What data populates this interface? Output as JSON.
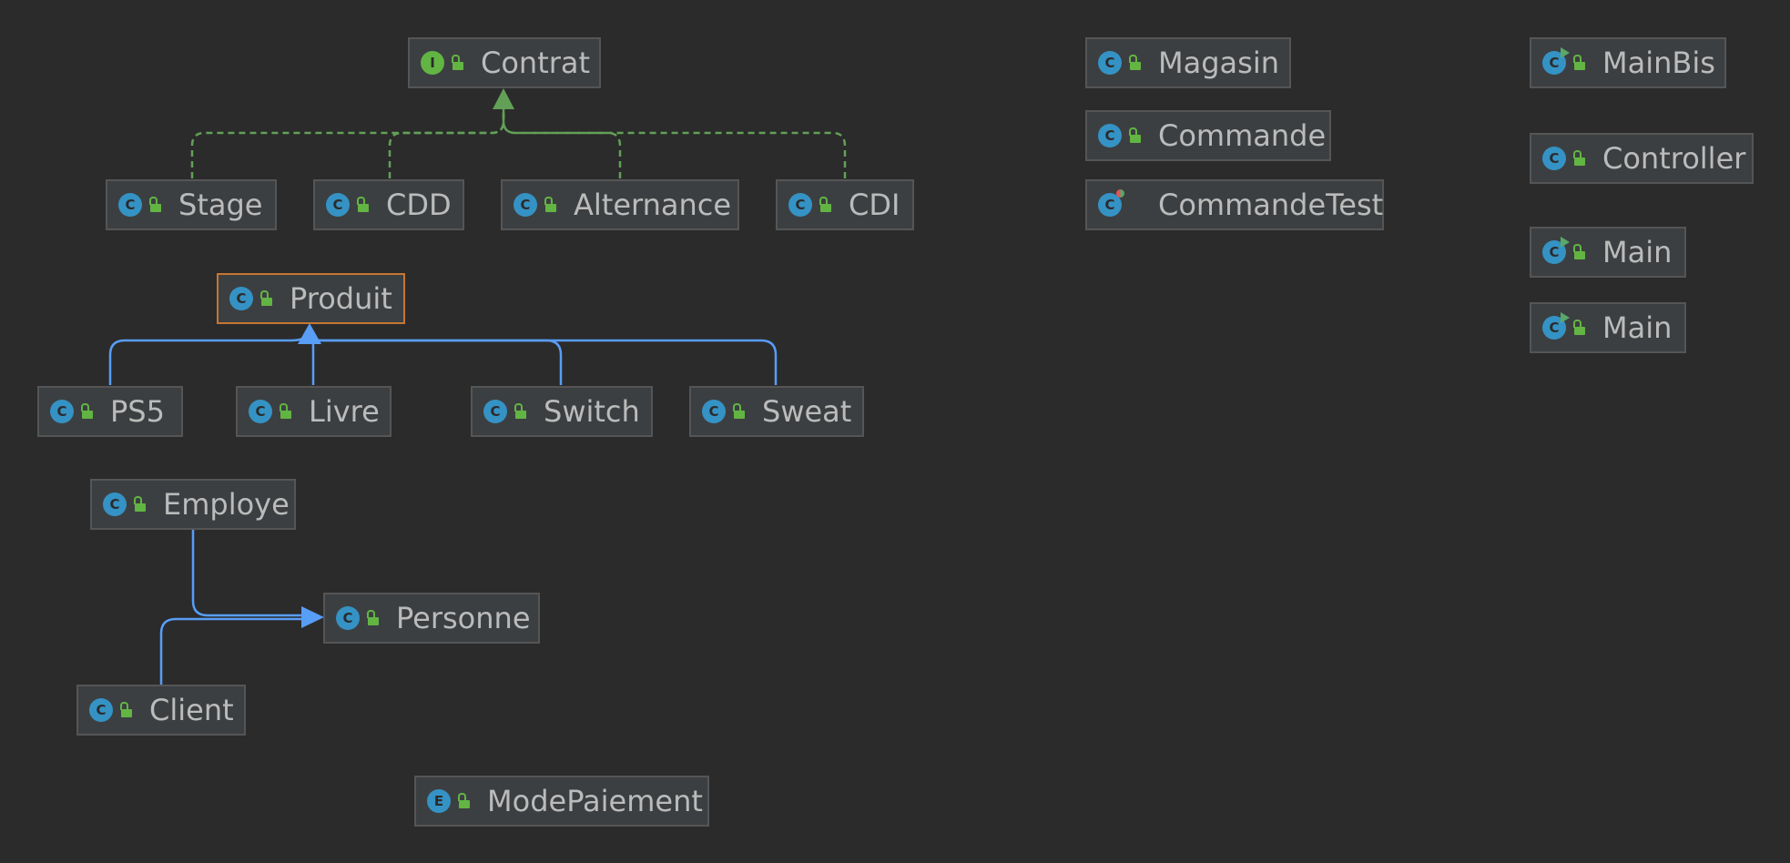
{
  "nodes": [
    {
      "id": "contrat",
      "name": "Contrat",
      "kind": "interface",
      "visibility": "public"
    },
    {
      "id": "stage",
      "name": "Stage",
      "kind": "class",
      "visibility": "public"
    },
    {
      "id": "cdd",
      "name": "CDD",
      "kind": "class",
      "visibility": "public"
    },
    {
      "id": "alternance",
      "name": "Alternance",
      "kind": "class",
      "visibility": "public"
    },
    {
      "id": "cdi",
      "name": "CDI",
      "kind": "class",
      "visibility": "public"
    },
    {
      "id": "magasin",
      "name": "Magasin",
      "kind": "class",
      "visibility": "public"
    },
    {
      "id": "commande",
      "name": "Commande",
      "kind": "class",
      "visibility": "public"
    },
    {
      "id": "commandetest",
      "name": "CommandeTest",
      "kind": "test",
      "visibility": "package"
    },
    {
      "id": "mainbis",
      "name": "MainBis",
      "kind": "runnable",
      "visibility": "public"
    },
    {
      "id": "controller",
      "name": "Controller",
      "kind": "class",
      "visibility": "public"
    },
    {
      "id": "main1",
      "name": "Main",
      "kind": "runnable",
      "visibility": "public"
    },
    {
      "id": "main2",
      "name": "Main",
      "kind": "runnable",
      "visibility": "public"
    },
    {
      "id": "produit",
      "name": "Produit",
      "kind": "class",
      "visibility": "public",
      "selected": true
    },
    {
      "id": "ps5",
      "name": "PS5",
      "kind": "class",
      "visibility": "public"
    },
    {
      "id": "livre",
      "name": "Livre",
      "kind": "class",
      "visibility": "public"
    },
    {
      "id": "switch",
      "name": "Switch",
      "kind": "class",
      "visibility": "public"
    },
    {
      "id": "sweat",
      "name": "Sweat",
      "kind": "class",
      "visibility": "public"
    },
    {
      "id": "employe",
      "name": "Employe",
      "kind": "class",
      "visibility": "public"
    },
    {
      "id": "personne",
      "name": "Personne",
      "kind": "class",
      "visibility": "public"
    },
    {
      "id": "client",
      "name": "Client",
      "kind": "class",
      "visibility": "public"
    },
    {
      "id": "modepaiement",
      "name": "ModePaiement",
      "kind": "enum",
      "visibility": "public"
    }
  ],
  "badge_letters": {
    "class": "C",
    "interface": "I",
    "enum": "E",
    "runnable": "C",
    "test": "C"
  },
  "edges": [
    {
      "from": "stage",
      "to": "contrat",
      "type": "implements"
    },
    {
      "from": "cdd",
      "to": "contrat",
      "type": "implements"
    },
    {
      "from": "alternance",
      "to": "contrat",
      "type": "implements"
    },
    {
      "from": "cdi",
      "to": "contrat",
      "type": "implements"
    },
    {
      "from": "ps5",
      "to": "produit",
      "type": "extends"
    },
    {
      "from": "livre",
      "to": "produit",
      "type": "extends"
    },
    {
      "from": "switch",
      "to": "produit",
      "type": "extends"
    },
    {
      "from": "sweat",
      "to": "produit",
      "type": "extends"
    },
    {
      "from": "employe",
      "to": "personne",
      "type": "extends"
    },
    {
      "from": "client",
      "to": "personne",
      "type": "extends"
    }
  ],
  "colors": {
    "background": "#2b2b2b",
    "node_fill": "#3c3f41",
    "node_border": "#555555",
    "selected_border": "#c57633",
    "class_badge": "#3592c4",
    "interface_badge": "#62b543",
    "implements_edge": "#62a057",
    "extends_edge": "#589df6",
    "text": "#bbbbbb"
  }
}
